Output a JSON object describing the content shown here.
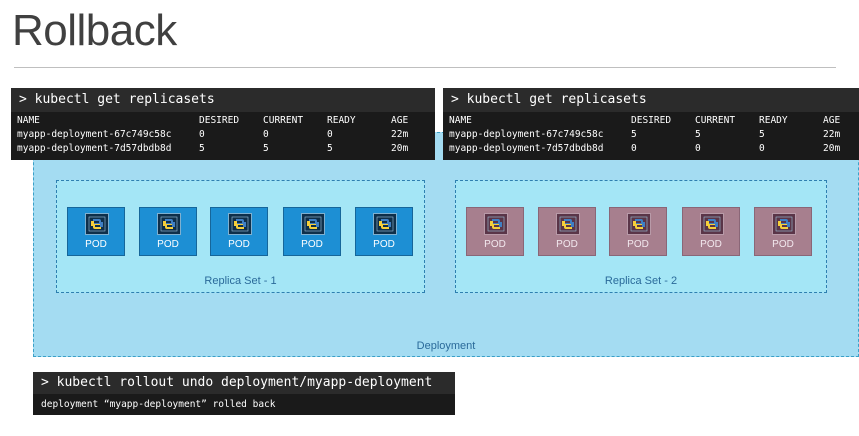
{
  "title": "Rollback",
  "left_terminal": {
    "command": "> kubectl get replicasets",
    "headers": [
      "NAME",
      "DESIRED",
      "CURRENT",
      "READY",
      "AGE"
    ],
    "rows": [
      [
        "myapp-deployment-67c749c58c",
        "0",
        "0",
        "0",
        "22m"
      ],
      [
        "myapp-deployment-7d57dbdb8d",
        "5",
        "5",
        "5",
        "20m"
      ]
    ]
  },
  "right_terminal": {
    "command": "> kubectl get replicasets",
    "headers": [
      "NAME",
      "DESIRED",
      "CURRENT",
      "READY",
      "AGE"
    ],
    "rows": [
      [
        "myapp-deployment-67c749c58c",
        "5",
        "5",
        "5",
        "22m"
      ],
      [
        "myapp-deployment-7d57dbdb8d",
        "0",
        "0",
        "0",
        "20m"
      ]
    ]
  },
  "deployment": {
    "label": "Deployment",
    "color": "#a4dcf2"
  },
  "replica_sets": [
    {
      "label": "Replica Set - 1",
      "pods": [
        "POD",
        "POD",
        "POD",
        "POD",
        "POD"
      ],
      "state": "active",
      "pod_color": "#1d8fd4"
    },
    {
      "label": "Replica Set - 2",
      "pods": [
        "POD",
        "POD",
        "POD",
        "POD",
        "POD"
      ],
      "state": "faded",
      "pod_color": "#a77f8e"
    }
  ],
  "pod_icon": "python-logo-icon",
  "rollback_terminal": {
    "command": "> kubectl rollout undo deployment/myapp-deployment",
    "output": "deployment “myapp-deployment” rolled back"
  }
}
